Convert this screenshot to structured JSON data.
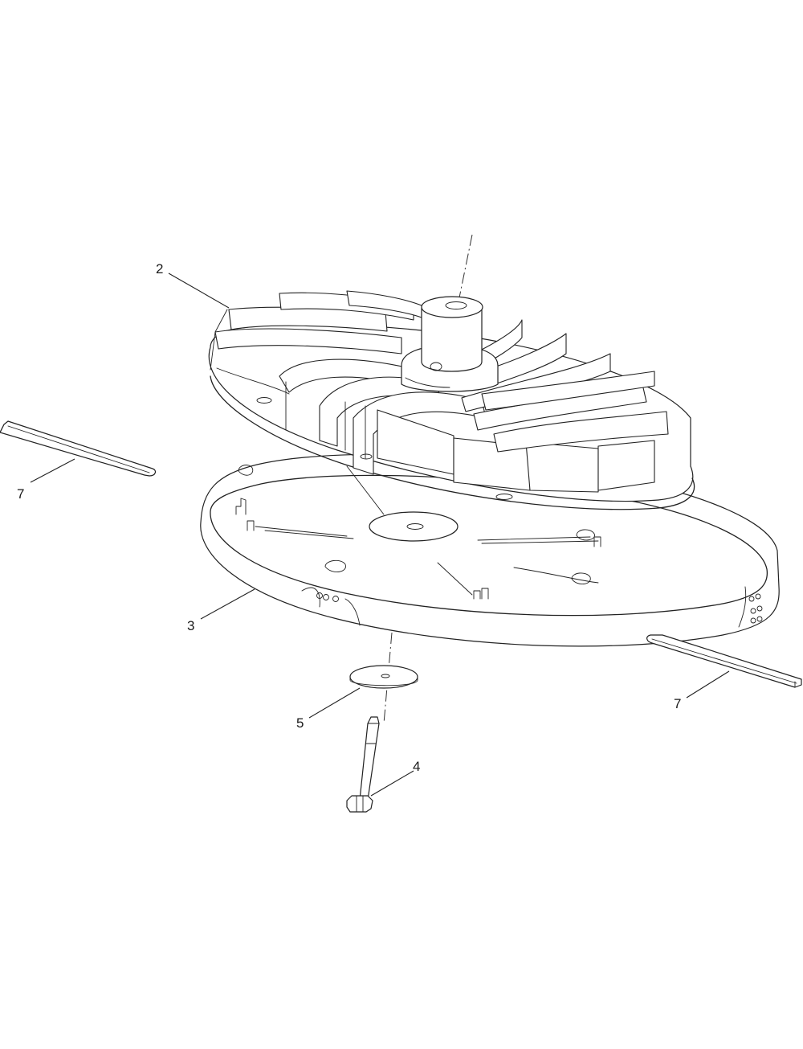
{
  "callouts": {
    "impeller": "2",
    "housing_plate": "3",
    "bolt": "4",
    "washer": "5",
    "key_left": "7",
    "key_right": "7"
  }
}
